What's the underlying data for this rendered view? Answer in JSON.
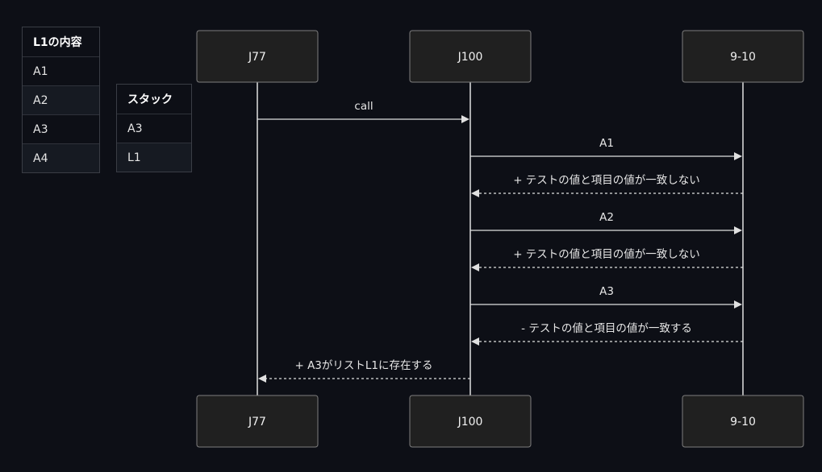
{
  "l1_table": {
    "header": "L1の内容",
    "rows": [
      "A1",
      "A2",
      "A3",
      "A4"
    ]
  },
  "stack_table": {
    "header": "スタック",
    "rows": [
      "A3",
      "L1"
    ]
  },
  "participants": [
    {
      "id": "j77",
      "label": "J77"
    },
    {
      "id": "j100",
      "label": "J100"
    },
    {
      "id": "p910",
      "label": "9-10"
    }
  ],
  "messages": [
    {
      "from": "j77",
      "to": "j100",
      "label": "call",
      "style": "solid"
    },
    {
      "from": "j100",
      "to": "p910",
      "label": "A1",
      "style": "solid"
    },
    {
      "from": "p910",
      "to": "j100",
      "label": "+ テストの値と項目の値が一致しない",
      "style": "dashed"
    },
    {
      "from": "j100",
      "to": "p910",
      "label": "A2",
      "style": "solid"
    },
    {
      "from": "p910",
      "to": "j100",
      "label": "+ テストの値と項目の値が一致しない",
      "style": "dashed"
    },
    {
      "from": "j100",
      "to": "p910",
      "label": "A3",
      "style": "solid"
    },
    {
      "from": "p910",
      "to": "j100",
      "label": "- テストの値と項目の値が一致する",
      "style": "dashed"
    },
    {
      "from": "j100",
      "to": "j77",
      "label": "+ A3がリストL1に存在する",
      "style": "dashed"
    }
  ],
  "colors": {
    "background": "#0d0f16",
    "actor_fill": "#202020",
    "actor_border": "#7e7e7e",
    "line": "#e0e0e0",
    "text": "#e6e6e6"
  }
}
